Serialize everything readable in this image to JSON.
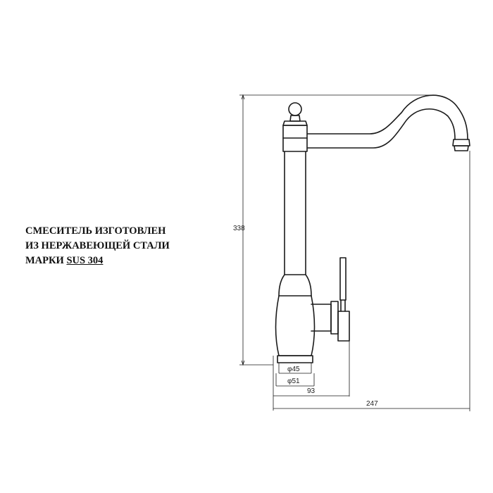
{
  "note": {
    "line1": "СМЕСИТЕЛЬ ИЗГОТОВЛЕН",
    "line2": "ИЗ НЕРЖАВЕЮЩЕЙ СТАЛИ",
    "line3_prefix": "МАРКИ ",
    "line3_material": "SUS 304"
  },
  "dimensions": {
    "height": "338",
    "inner_diameter": "φ45",
    "base_diameter": "φ51",
    "handle_reach": "93",
    "spout_reach": "247"
  }
}
